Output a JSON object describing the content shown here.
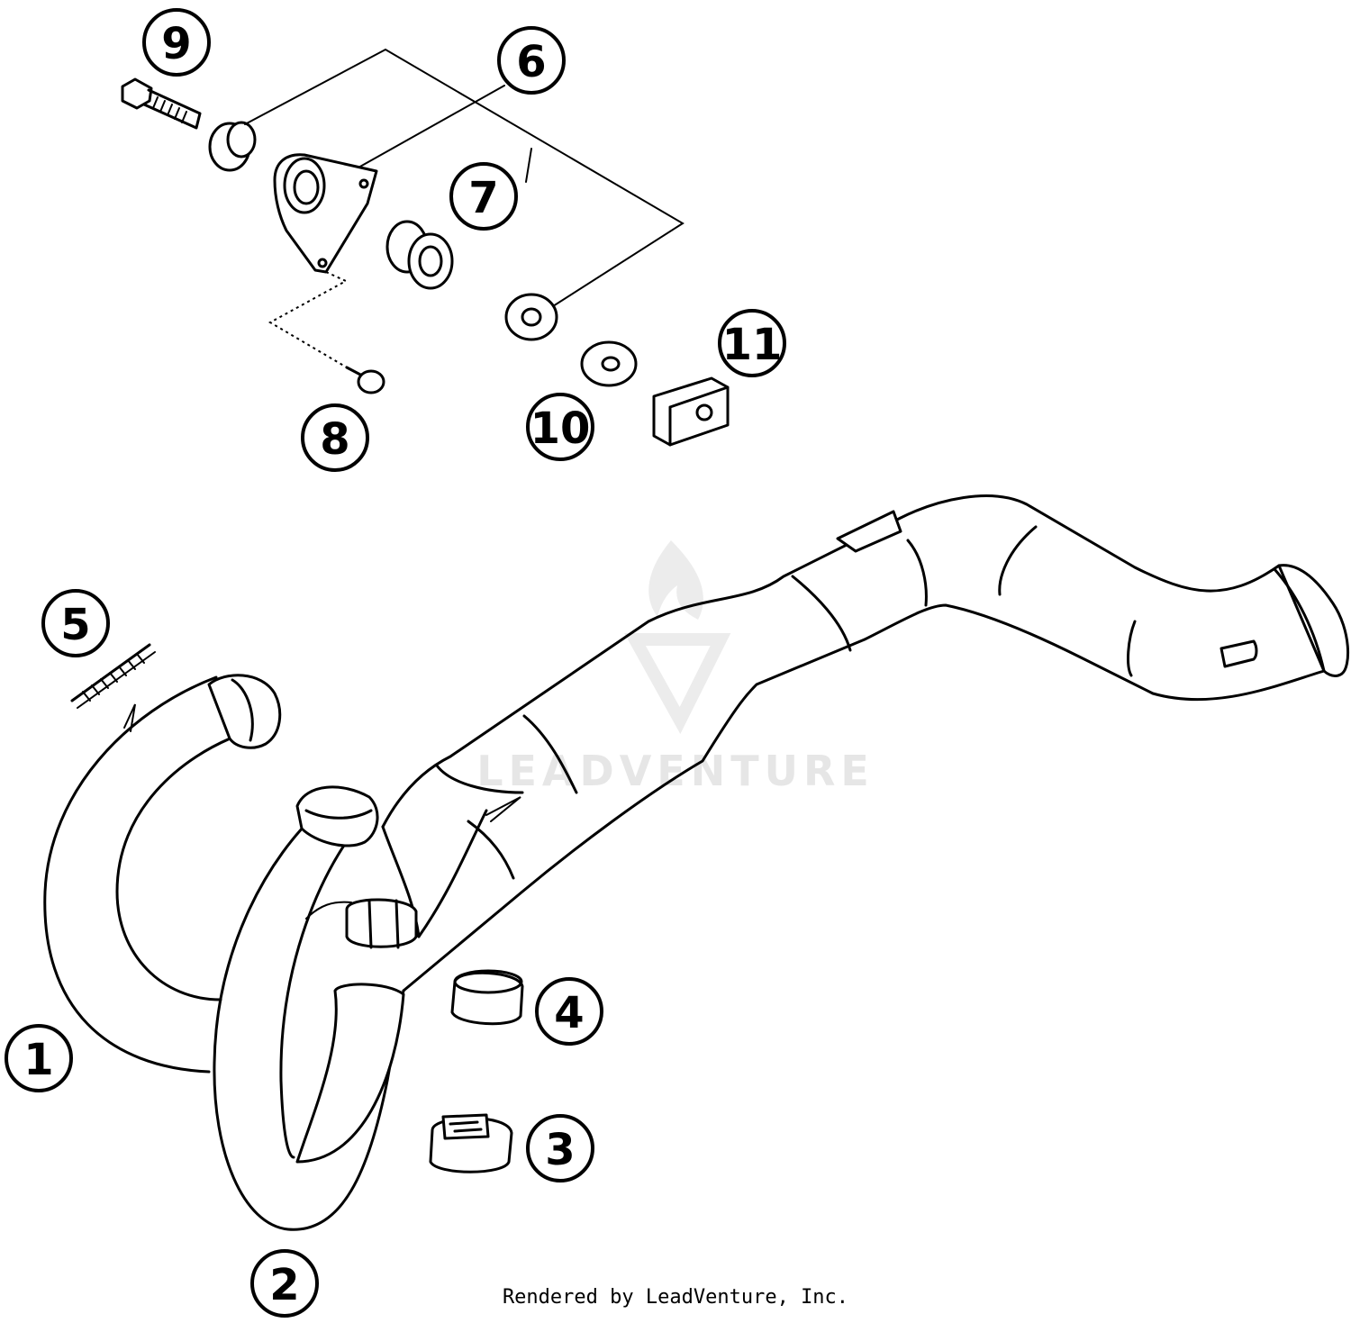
{
  "diagram": {
    "callouts": [
      {
        "id": "9",
        "label": "9"
      },
      {
        "id": "6",
        "label": "6"
      },
      {
        "id": "7",
        "label": "7"
      },
      {
        "id": "11",
        "label": "11"
      },
      {
        "id": "10",
        "label": "10"
      },
      {
        "id": "8",
        "label": "8"
      },
      {
        "id": "5",
        "label": "5"
      },
      {
        "id": "4",
        "label": "4"
      },
      {
        "id": "3",
        "label": "3"
      },
      {
        "id": "1",
        "label": "1"
      },
      {
        "id": "2",
        "label": "2"
      }
    ],
    "watermark": "LEADVENTURE",
    "credit": "Rendered by LeadVenture, Inc."
  }
}
